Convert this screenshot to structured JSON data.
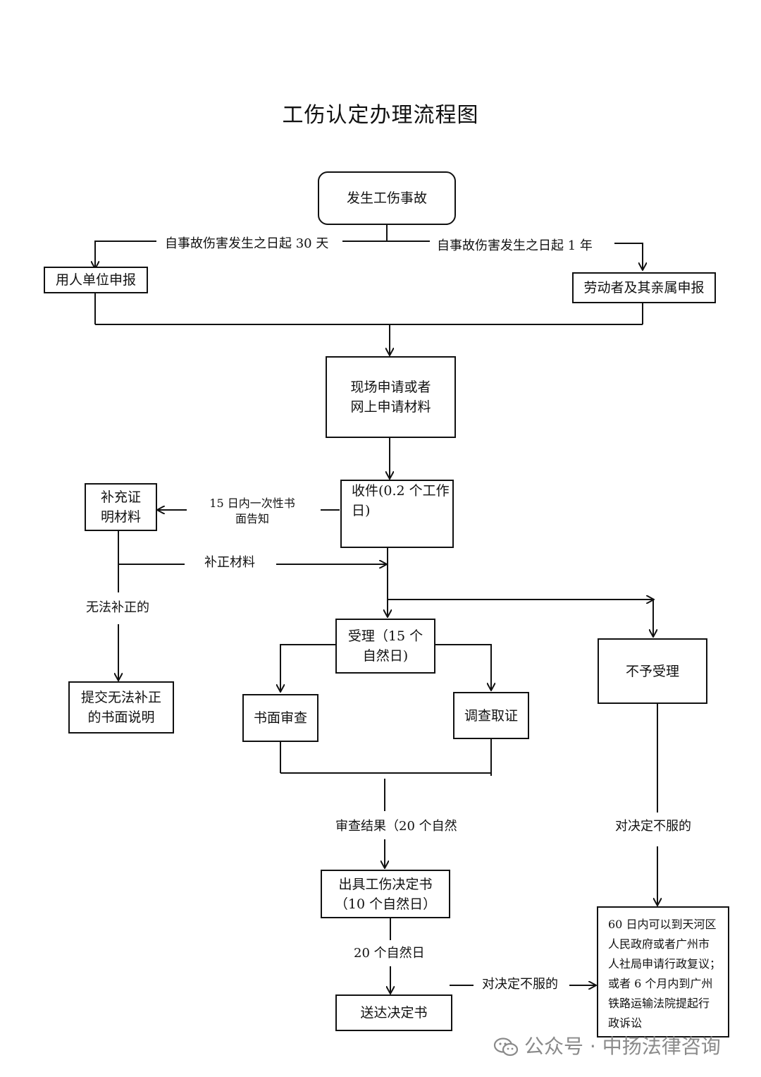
{
  "title": "工伤认定办理流程图",
  "nodes": {
    "accident": "发生工伤事故",
    "employer_report": "用人单位申报",
    "worker_report": "劳动者及其亲属申报",
    "apply_materials": [
      "现场申请或者",
      "网上申请材料"
    ],
    "receive": [
      "收件(0.2 个工作",
      "日)"
    ],
    "supplement": [
      "补充证",
      "明材料"
    ],
    "submit_explain": [
      "提交无法补正",
      "的书面说明"
    ],
    "accept": [
      "受理（15 个",
      "自然日)"
    ],
    "reject": "不予受理",
    "written_review": "书面审查",
    "investigate": "调查取证",
    "issue_decision": [
      "出具工伤决定书",
      "（10 个自然日）"
    ],
    "deliver_decision": "送达决定书",
    "appeal_options": [
      "60  日内可以到天河区",
      "人民政府或者广州市",
      "人社局申请行政复议；",
      "或者  6  个月内到广州",
      "铁路运输法院提起行",
      "政诉讼"
    ]
  },
  "labels": {
    "employer_deadline": "自事故伤害发生之日起 30 天",
    "worker_deadline": "自事故伤害发生之日起 1 年",
    "notify_once": [
      "15 日内一次性书",
      "面告知"
    ],
    "correct_materials": "补正材料",
    "cannot_correct": "无法补正的",
    "review_result": "审查结果（20 个自然",
    "disagree_right": "对决定不服的",
    "twenty_days": "20 个自然日",
    "disagree_bottom": "对决定不服的"
  },
  "watermark": {
    "text": "公众号 · 中扬法律咨询",
    "icon": "wechat-icon"
  }
}
